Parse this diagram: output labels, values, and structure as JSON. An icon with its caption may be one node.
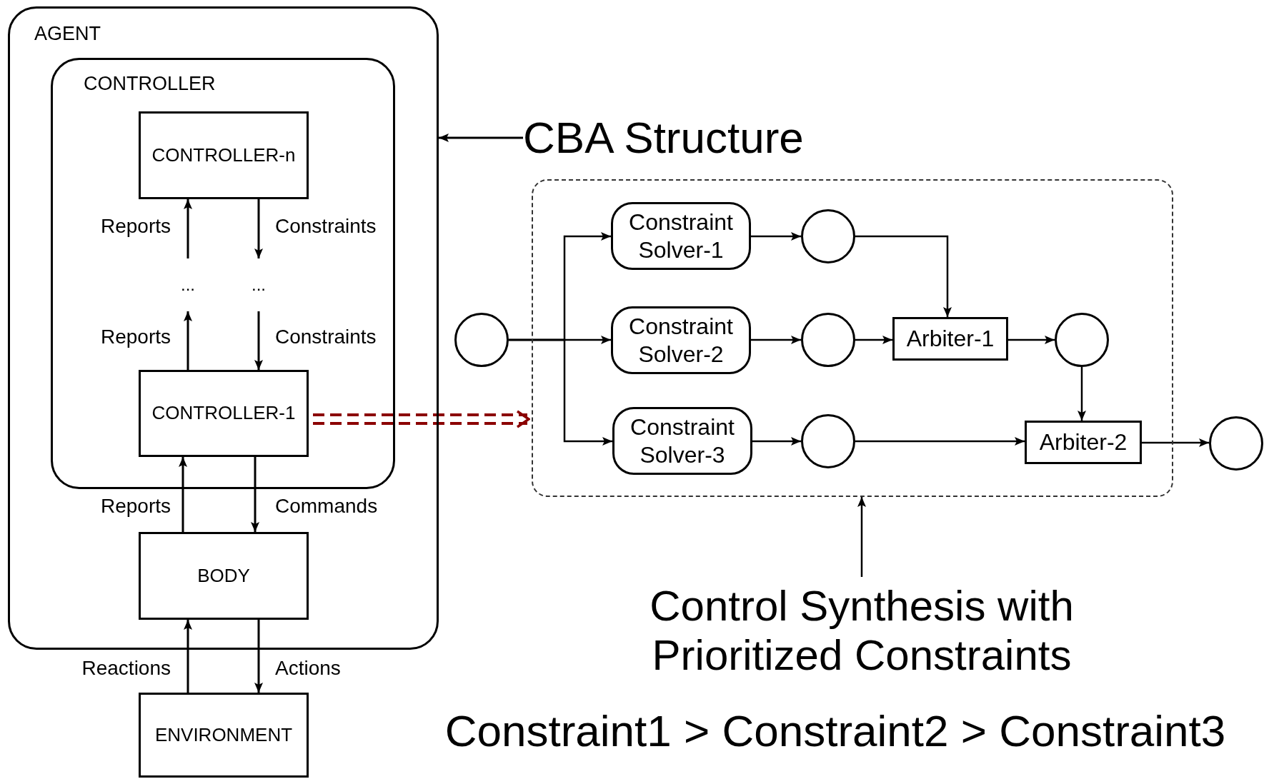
{
  "diagram": {
    "nodes": [
      {
        "text": [
          "AGENT"
        ]
      },
      {
        "text": [
          "CONTROLLER"
        ],
        "in": 0
      },
      {
        "text": [
          "CONTROLLER-n"
        ],
        "in": 1
      },
      {
        "text": [
          "..."
        ],
        "in": 1
      },
      {
        "text": [
          "..."
        ],
        "in": 1
      },
      {
        "text": [
          "CONTROLLER-1"
        ],
        "in": 1
      },
      {
        "text": [
          "BODY"
        ],
        "in": 0
      },
      {
        "text": [
          "ENVIRONMENT"
        ]
      },
      {
        "text": [
          "CBA Structure"
        ]
      },
      {
        "text": [],
        "shape": "box"
      },
      {
        "text": [],
        "shape": "circle"
      },
      {
        "text": [
          "Constraint Solver-1"
        ],
        "in": 9
      },
      {
        "text": [],
        "shape": "circle",
        "in": 9
      },
      {
        "text": [
          "Constraint Solver-2"
        ],
        "in": 9
      },
      {
        "text": [],
        "shape": "circle",
        "in": 9
      },
      {
        "text": [
          "Arbiter-1"
        ],
        "in": 9
      },
      {
        "text": [],
        "shape": "circle",
        "in": 9
      },
      {
        "text": [
          "Constraint Solver-3"
        ],
        "in": 9
      },
      {
        "text": [],
        "shape": "circle",
        "in": 9
      },
      {
        "text": [
          "Arbiter-2"
        ],
        "in": 9
      },
      {
        "text": [],
        "shape": "circle"
      },
      {
        "text": [
          "Control Synthesis with Prioritized Constraints"
        ]
      }
    ],
    "edges": [
      {
        "from": 5,
        "to": 3,
        "arrow": "to",
        "label": "Reports"
      },
      {
        "from": 3,
        "to": 2,
        "arrow": "to",
        "label": "Reports"
      },
      {
        "from": 2,
        "to": 4,
        "arrow": "to",
        "label": "Constraints"
      },
      {
        "from": 4,
        "to": 5,
        "arrow": "to",
        "label": "Constraints"
      },
      {
        "from": 6,
        "to": 5,
        "arrow": "to",
        "label": "Reports"
      },
      {
        "from": 5,
        "to": 6,
        "arrow": "to",
        "label": "Commands"
      },
      {
        "from": 7,
        "to": 6,
        "arrow": "to",
        "label": "Reactions"
      },
      {
        "from": 6,
        "to": 7,
        "arrow": "to",
        "label": "Actions"
      },
      {
        "from": 5,
        "to": 9,
        "arrow": "to",
        "style": "dashed",
        "color": "#8b0000"
      },
      {
        "from": 8,
        "to": 0,
        "arrow": "to"
      },
      {
        "from": 21,
        "to": 9,
        "arrow": "to"
      },
      {
        "from": 10,
        "to": 11,
        "arrow": "to"
      },
      {
        "from": 10,
        "to": 13,
        "arrow": "to"
      },
      {
        "from": 10,
        "to": 17,
        "arrow": "to"
      },
      {
        "from": 11,
        "to": 12,
        "arrow": "to"
      },
      {
        "from": 13,
        "to": 14,
        "arrow": "to"
      },
      {
        "from": 17,
        "to": 18,
        "arrow": "to"
      },
      {
        "from": 12,
        "to": 15,
        "arrow": "to"
      },
      {
        "from": 14,
        "to": 15,
        "arrow": "to"
      },
      {
        "from": 15,
        "to": 16,
        "arrow": "to"
      },
      {
        "from": 16,
        "to": 19,
        "arrow": "to"
      },
      {
        "from": 18,
        "to": 19,
        "arrow": "to"
      },
      {
        "from": 19,
        "to": 20,
        "arrow": "to"
      }
    ],
    "labels": [
      "Constraint1 > Constraint2 > Constraint3"
    ]
  }
}
